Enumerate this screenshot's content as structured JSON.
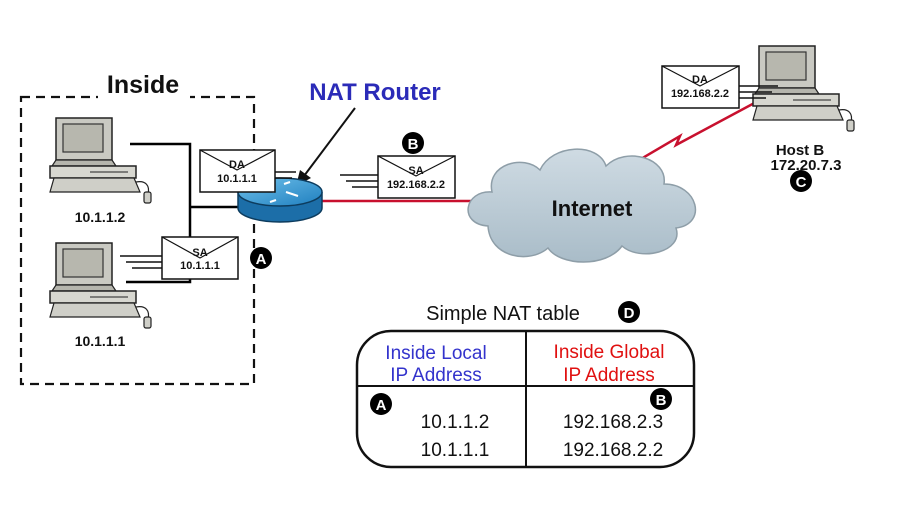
{
  "inside": {
    "title": "Inside"
  },
  "nat_router": {
    "title": "NAT Router"
  },
  "hosts": {
    "pc_top": {
      "ip": "10.1.1.2"
    },
    "pc_bottom": {
      "ip": "10.1.1.1"
    },
    "host_b": {
      "name": "Host B",
      "ip": "172.20.7.3"
    }
  },
  "internet": {
    "label": "Internet"
  },
  "packets": {
    "from_inside": {
      "field": "SA",
      "value": "10.1.1.1"
    },
    "to_inside": {
      "field": "DA",
      "value": "10.1.1.1"
    },
    "translated": {
      "field": "SA",
      "value": "192.168.2.2"
    },
    "to_host_b": {
      "field": "DA",
      "value": "192.168.2.2"
    }
  },
  "markers": {
    "a": "A",
    "b": "B",
    "c": "C",
    "d": "D"
  },
  "nat_table": {
    "title": "Simple NAT table",
    "col_local": {
      "line1": "Inside Local",
      "line2": "IP Address"
    },
    "col_global": {
      "line1": "Inside Global",
      "line2": "IP Address"
    },
    "rows": [
      {
        "local": "10.1.1.2",
        "global": "192.168.2.3"
      },
      {
        "local": "10.1.1.1",
        "global": "192.168.2.2"
      }
    ]
  },
  "colors": {
    "inside_link": "#000000",
    "outside_link": "#c8102e",
    "nat_title": "#2b2bb8",
    "local_header": "#3333cc",
    "global_header": "#e01010",
    "cloud": "#b9c9d3",
    "router": "#2c8fc9"
  }
}
